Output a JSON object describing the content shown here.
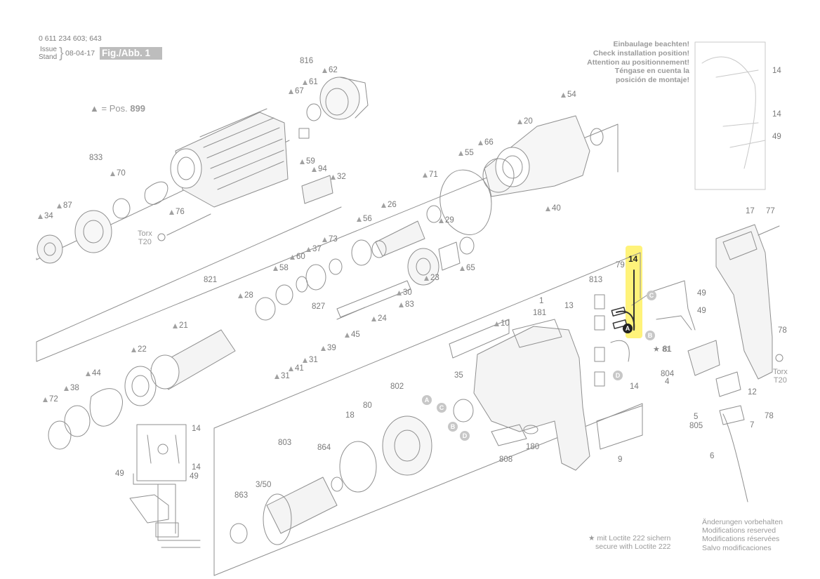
{
  "header": {
    "doc_number": "0 611 234 603; 643",
    "issue_label": "Issue",
    "stand_label": "Stand",
    "date": "08-04-17",
    "figure": "Fig./Abb. 1"
  },
  "legend_pos": {
    "symbol": "▲",
    "text": "= Pos.",
    "number": "899"
  },
  "installation_note": [
    "Einbaulage beachten!",
    "Check installation position!",
    "Attention au positionnement!",
    "Téngase en cuenta la",
    "posición de montaje!"
  ],
  "highlight": {
    "part": "14",
    "connector": "A",
    "color": "#fff37a"
  },
  "torx": [
    {
      "label": "Torx",
      "size": "T20"
    },
    {
      "label": "Torx",
      "size": "T20"
    }
  ],
  "connectors": [
    "A",
    "B",
    "C",
    "D"
  ],
  "loctite": {
    "symbol": "★",
    "line1": "mit Loctite 222 sichern",
    "line2": "secure with Loctite 222",
    "part": "81"
  },
  "footer": [
    "Änderungen vorbehalten",
    "Modifications reserved",
    "Modifications réservées",
    "Salvo modificaciones"
  ],
  "labels": [
    {
      "t": "816"
    },
    {
      "t": "62",
      "tri": true
    },
    {
      "t": "67",
      "tri": true
    },
    {
      "t": "61",
      "tri": true
    },
    {
      "t": "833"
    },
    {
      "t": "70",
      "tri": true
    },
    {
      "t": "34",
      "tri": true
    },
    {
      "t": "87",
      "tri": true
    },
    {
      "t": "76",
      "tri": true
    },
    {
      "t": "59",
      "tri": true
    },
    {
      "t": "94",
      "tri": true
    },
    {
      "t": "32",
      "tri": true
    },
    {
      "t": "54",
      "tri": true
    },
    {
      "t": "20",
      "tri": true
    },
    {
      "t": "66",
      "tri": true
    },
    {
      "t": "55",
      "tri": true
    },
    {
      "t": "71",
      "tri": true
    },
    {
      "t": "26",
      "tri": true
    },
    {
      "t": "29",
      "tri": true
    },
    {
      "t": "40",
      "tri": true
    },
    {
      "t": "56",
      "tri": true
    },
    {
      "t": "73",
      "tri": true
    },
    {
      "t": "37",
      "tri": true
    },
    {
      "t": "60",
      "tri": true
    },
    {
      "t": "58",
      "tri": true
    },
    {
      "t": "821"
    },
    {
      "t": "28",
      "tri": true
    },
    {
      "t": "827"
    },
    {
      "t": "30",
      "tri": true
    },
    {
      "t": "23",
      "tri": true
    },
    {
      "t": "65",
      "tri": true
    },
    {
      "t": "83",
      "tri": true
    },
    {
      "t": "24",
      "tri": true
    },
    {
      "t": "45",
      "tri": true
    },
    {
      "t": "21",
      "tri": true
    },
    {
      "t": "39",
      "tri": true
    },
    {
      "t": "22",
      "tri": true
    },
    {
      "t": "31",
      "tri": true
    },
    {
      "t": "41",
      "tri": true
    },
    {
      "t": "31",
      "tri": true
    },
    {
      "t": "44",
      "tri": true
    },
    {
      "t": "38",
      "tri": true
    },
    {
      "t": "72",
      "tri": true
    },
    {
      "t": "79"
    },
    {
      "t": "813"
    },
    {
      "t": "13"
    },
    {
      "t": "49"
    },
    {
      "t": "49"
    },
    {
      "t": "10",
      "tri": true
    },
    {
      "t": "181"
    },
    {
      "t": "1"
    },
    {
      "t": "81"
    },
    {
      "t": "14"
    },
    {
      "t": "804"
    },
    {
      "t": "4"
    },
    {
      "t": "12"
    },
    {
      "t": "78"
    },
    {
      "t": "78"
    },
    {
      "t": "7"
    },
    {
      "t": "5"
    },
    {
      "t": "805"
    },
    {
      "t": "6"
    },
    {
      "t": "17"
    },
    {
      "t": "77"
    },
    {
      "t": "14"
    },
    {
      "t": "14"
    },
    {
      "t": "49"
    },
    {
      "t": "802"
    },
    {
      "t": "35"
    },
    {
      "t": "80"
    },
    {
      "t": "18"
    },
    {
      "t": "803"
    },
    {
      "t": "864"
    },
    {
      "t": "863"
    },
    {
      "t": "3/50"
    },
    {
      "t": "808"
    },
    {
      "t": "180"
    },
    {
      "t": "9"
    },
    {
      "t": "14"
    },
    {
      "t": "14"
    },
    {
      "t": "49"
    },
    {
      "t": "49"
    }
  ]
}
